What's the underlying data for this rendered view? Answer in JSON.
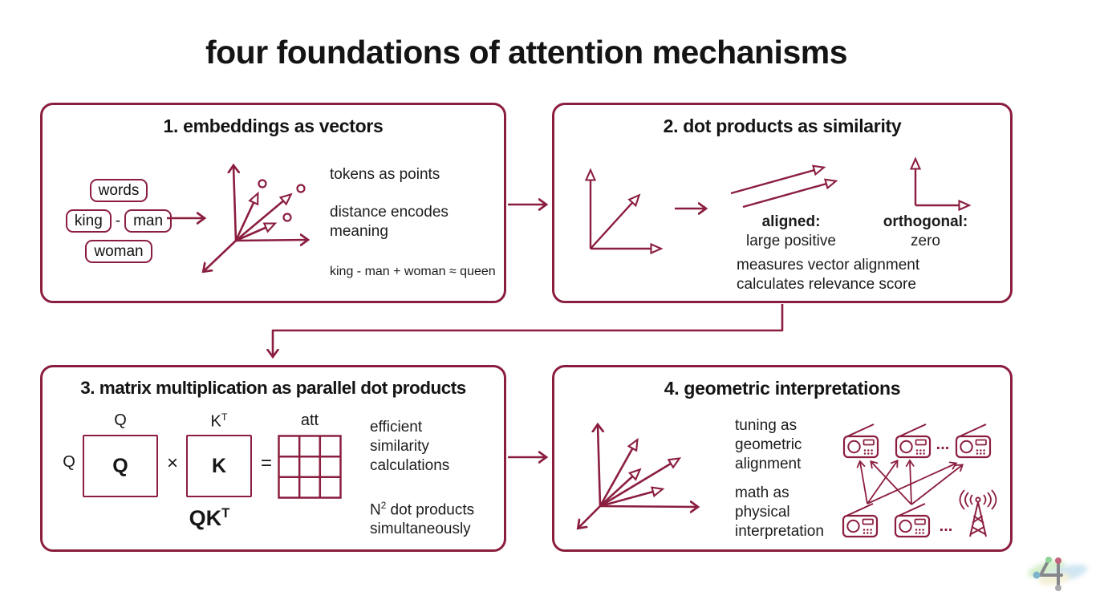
{
  "title": "four foundations of attention mechanisms",
  "colors": {
    "accent": "#8b1e3f",
    "ink": "#161616"
  },
  "p1": {
    "heading": "1. embeddings as vectors",
    "chip_words": "words",
    "chip_king": "king",
    "chip_minus": "-",
    "chip_man": "man",
    "chip_woman": "woman",
    "text1": "tokens as points",
    "text2": "distance encodes meaning",
    "text3": "king - man + woman ≈ queen"
  },
  "p2": {
    "heading": "2. dot products as similarity",
    "aligned_title": "aligned:",
    "aligned_sub": "large positive",
    "orthogonal_title": "orthogonal:",
    "orthogonal_sub": "zero",
    "note1": "measures vector alignment",
    "note2": "calculates relevance score"
  },
  "p3": {
    "heading": "3. matrix multiplication as parallel dot products",
    "top_q": "Q",
    "top_k_base": "K",
    "top_k_sup": "T",
    "top_att": "att",
    "side_q": "Q",
    "mat_q": "Q",
    "times": "×",
    "mat_k": "K",
    "equals": "=",
    "qkt_base": "QK",
    "qkt_sup": "T",
    "text1": "efficient similarity calculations",
    "n_base": "N",
    "n_sup": "2",
    "n_rest": " dot products simultaneously"
  },
  "p4": {
    "heading": "4. geometric interpretations",
    "text1": "tuning as geometric alignment",
    "text2": "math as physical interpretation",
    "dots_top": "...",
    "dots_bottom": "..."
  }
}
